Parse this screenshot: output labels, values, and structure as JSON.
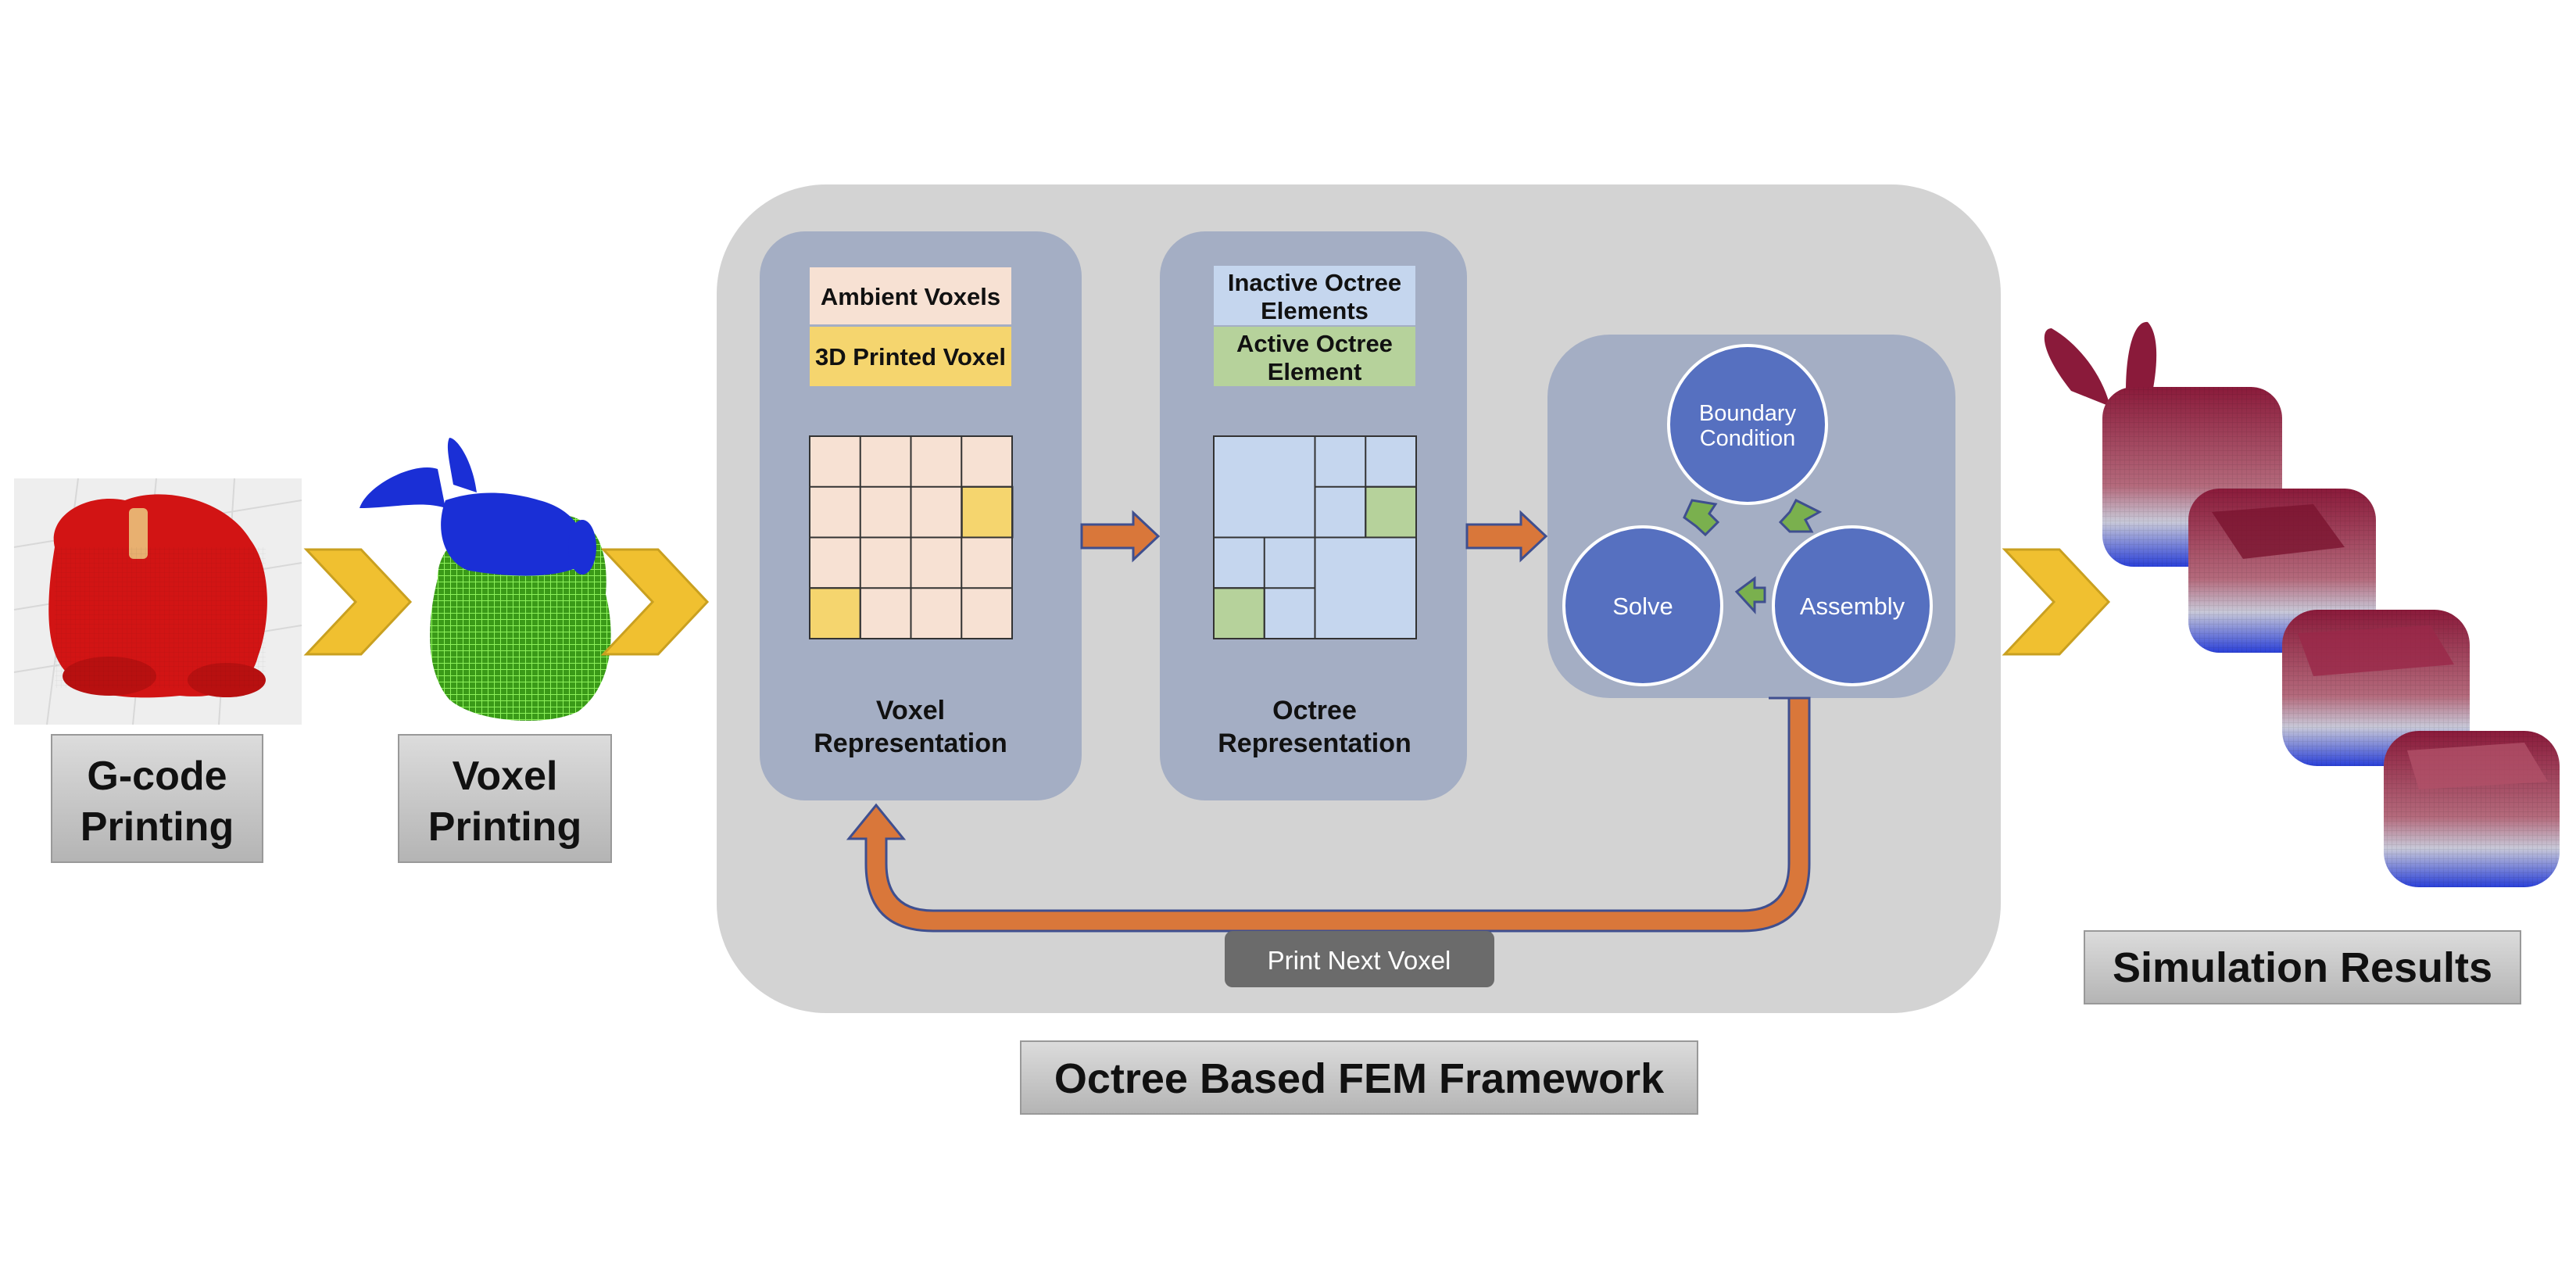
{
  "labels": {
    "gcode_line1": "G-code",
    "gcode_line2": "Printing",
    "voxel_line1": "Voxel",
    "voxel_line2": "Printing",
    "ambient_voxels": "Ambient Voxels",
    "printed_voxel": "3D Printed Voxel",
    "voxel_rep_line1": "Voxel",
    "voxel_rep_line2": "Representation",
    "inactive_line1": "Inactive Octree",
    "inactive_line2": "Elements",
    "active_line1": "Active Octree",
    "active_line2": "Element",
    "octree_rep_line1": "Octree",
    "octree_rep_line2": "Representation",
    "boundary_line1": "Boundary",
    "boundary_line2": "Condition",
    "solve": "Solve",
    "assembly": "Assembly",
    "print_next_voxel": "Print Next Voxel",
    "framework_title": "Octree Based FEM Framework",
    "simulation_results": "Simulation Results"
  },
  "colors": {
    "framework_bg": "#d3d3d3",
    "panel_bg": "#a4aec4",
    "ambient_voxel": "#f7e1d3",
    "printed_voxel": "#f5d56e",
    "inactive_octree": "#c5d6ee",
    "active_octree": "#b6d29b",
    "fem_circle": "#5670c0",
    "cycle_arrow": "#7ab04e",
    "flow_arrow": "#d9773a",
    "chevron": "#f0c030",
    "label_box": "#c4c4c4",
    "print_next_btn": "#6b6b6b",
    "bunny_red": "#d21414",
    "bunny_blue": "#1a2fd6",
    "voxel_green": "#6ede3a"
  },
  "icons": {
    "gcode_bunny": "red-bunny-gcode-render",
    "voxel_bunny": "blue-bunny-voxel-render",
    "sim_bunnies": "stress-bunny-sequence"
  }
}
